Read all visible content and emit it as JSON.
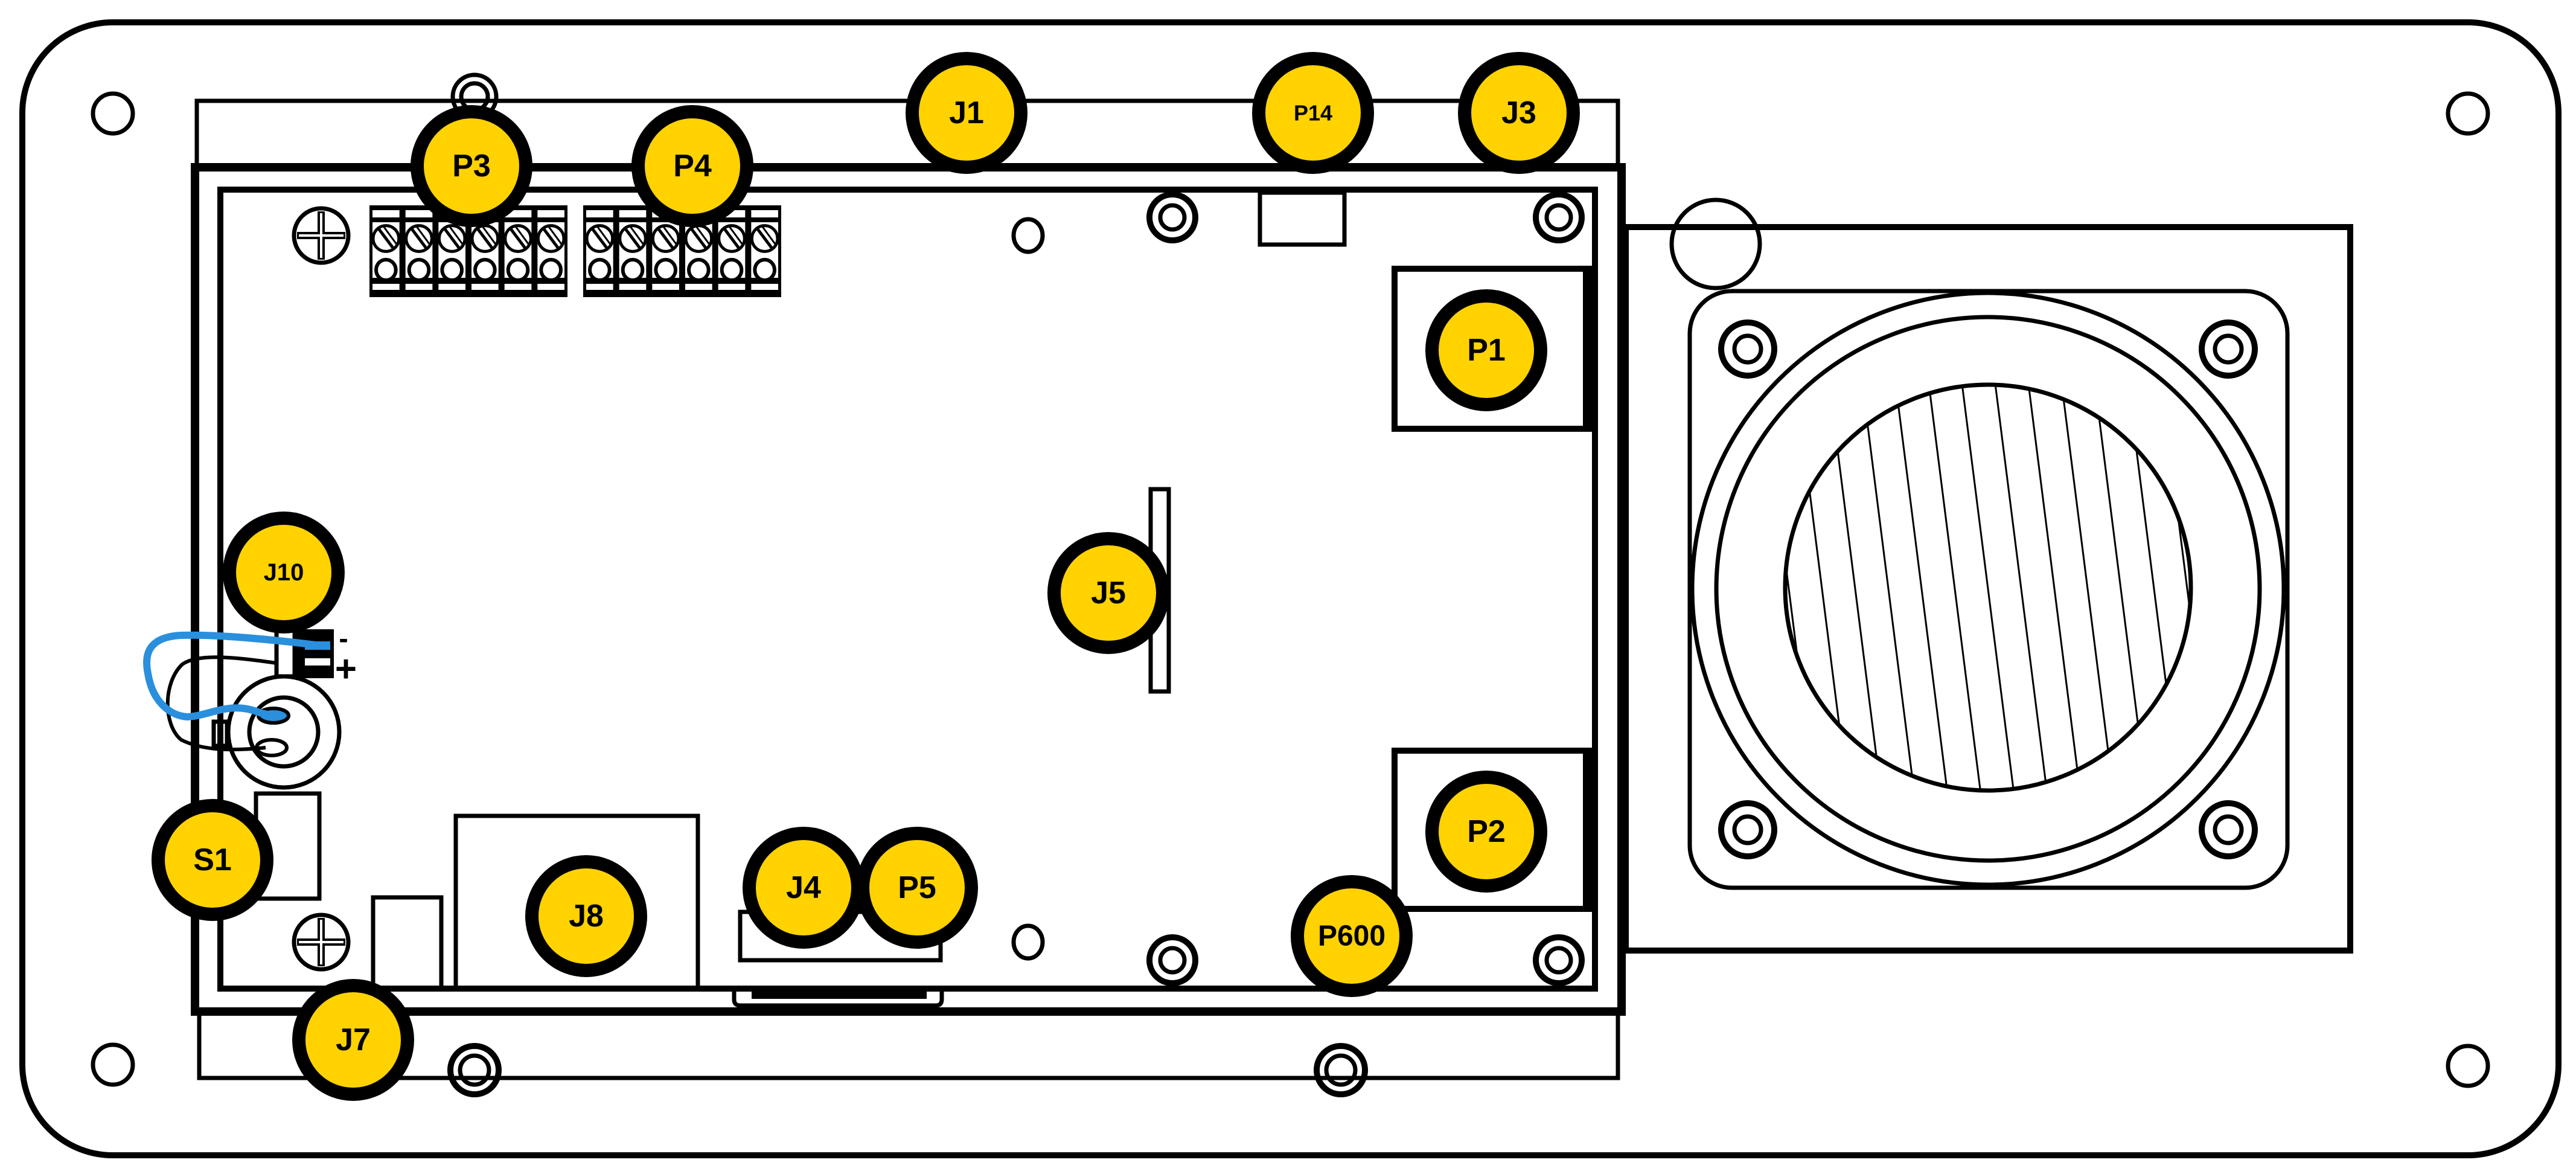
{
  "diagram": {
    "title": "Intercom board layout with labeled connectors",
    "colors": {
      "callout_fill": "#FFD200",
      "callout_stroke": "#000000",
      "wire_blue": "#2A8FDC",
      "line": "#000000",
      "background": "#FFFFFF"
    },
    "polarity_marks": {
      "minus": "-",
      "plus": "+"
    },
    "callouts": [
      {
        "id": "P3",
        "label": "P3",
        "target": "terminal-block-left"
      },
      {
        "id": "P4",
        "label": "P4",
        "target": "terminal-block-right"
      },
      {
        "id": "J1",
        "label": "J1",
        "target": "top-edge-connector"
      },
      {
        "id": "P14",
        "label": "P14",
        "target": "top-small-header"
      },
      {
        "id": "J3",
        "label": "J3",
        "target": "top-right-connector"
      },
      {
        "id": "P1",
        "label": "P1",
        "target": "upper-right-header"
      },
      {
        "id": "J10",
        "label": "J10",
        "target": "microphone-connector"
      },
      {
        "id": "J5",
        "label": "J5",
        "target": "center-vertical-header"
      },
      {
        "id": "P2",
        "label": "P2",
        "target": "lower-right-header"
      },
      {
        "id": "S1",
        "label": "S1",
        "target": "switch"
      },
      {
        "id": "J8",
        "label": "J8",
        "target": "large-bottom-connector"
      },
      {
        "id": "J4",
        "label": "J4",
        "target": "bottom-edge-connector"
      },
      {
        "id": "P5",
        "label": "P5",
        "target": "bottom-edge-connector"
      },
      {
        "id": "P600",
        "label": "P600",
        "target": "bottom-right-header"
      },
      {
        "id": "J7",
        "label": "J7",
        "target": "bottom-left-connector"
      }
    ],
    "terminal_blocks": {
      "P3_positions": 6,
      "P4_positions": 6
    }
  }
}
